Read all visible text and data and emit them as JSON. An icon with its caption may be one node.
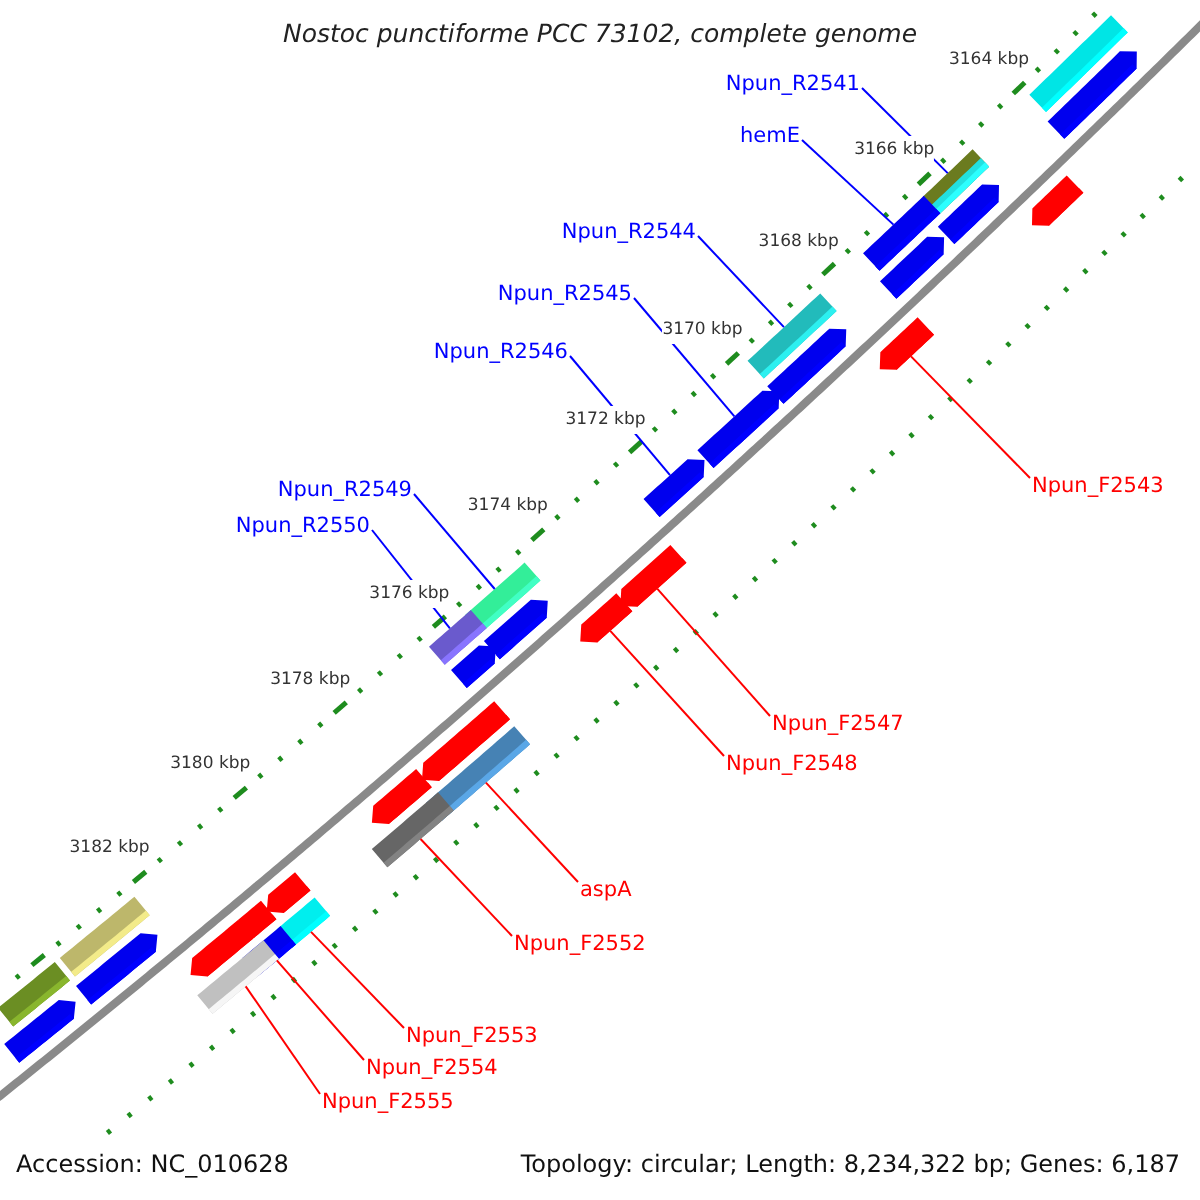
{
  "diagram": {
    "title": "Nostoc punctiforme PCC 73102, complete genome",
    "nodes": [
      {
        "text": [
          "Npun_R2541"
        ]
      },
      {
        "text": [],
        "shape": "bar"
      },
      {
        "text": [
          "hemE"
        ]
      },
      {
        "text": [],
        "shape": "bar"
      },
      {
        "text": [
          "Npun_R2544"
        ]
      },
      {
        "text": [],
        "shape": "bar"
      },
      {
        "text": [
          "Npun_R2545"
        ]
      },
      {
        "text": [],
        "shape": "arrow"
      },
      {
        "text": [
          "Npun_R2546"
        ]
      },
      {
        "text": [],
        "shape": "arrow"
      },
      {
        "text": [
          "Npun_F2543"
        ]
      },
      {
        "text": [],
        "shape": "arrow"
      },
      {
        "text": [
          "Npun_F2547"
        ]
      },
      {
        "text": [],
        "shape": "arrow"
      },
      {
        "text": [
          "Npun_F2548"
        ]
      },
      {
        "text": [],
        "shape": "arrow"
      },
      {
        "text": [
          "Npun_R2549"
        ]
      },
      {
        "text": [],
        "shape": "bar"
      },
      {
        "text": [
          "Npun_R2550"
        ]
      },
      {
        "text": [],
        "shape": "bar"
      },
      {
        "text": [
          "aspA"
        ]
      },
      {
        "text": [],
        "shape": "bar"
      },
      {
        "text": [
          "Npun_F2552"
        ]
      },
      {
        "text": [],
        "shape": "bar"
      },
      {
        "text": [
          "Npun_F2553"
        ]
      },
      {
        "text": [],
        "shape": "bar"
      },
      {
        "text": [
          "Npun_F2554"
        ]
      },
      {
        "text": [],
        "shape": "bar"
      },
      {
        "text": [
          "Npun_F2555"
        ]
      },
      {
        "text": [],
        "shape": "bar"
      },
      {
        "text": [],
        "shape": "bar"
      },
      {
        "text": [],
        "shape": "arrow"
      },
      {
        "text": [],
        "shape": "arrow"
      },
      {
        "text": [],
        "shape": "arrow"
      },
      {
        "text": [],
        "shape": "arrow"
      },
      {
        "text": [],
        "shape": "arrow"
      },
      {
        "text": [],
        "shape": "arrow"
      },
      {
        "text": [],
        "shape": "bar"
      },
      {
        "text": [],
        "shape": "arrow"
      },
      {
        "text": [],
        "shape": "bar"
      },
      {
        "text": [],
        "shape": "arrow"
      },
      {
        "text": [],
        "shape": "arrow"
      },
      {
        "text": [],
        "shape": "arrow"
      },
      {
        "text": [],
        "shape": "arrow"
      },
      {
        "text": [],
        "shape": "arrow"
      },
      {
        "text": [],
        "shape": "arrow"
      },
      {
        "text": [],
        "shape": "arrow"
      }
    ],
    "edges": [
      {
        "from": 0,
        "to": 1,
        "arrow": "none",
        "color": "#0000ff"
      },
      {
        "from": 2,
        "to": 3,
        "arrow": "none",
        "color": "#0000ff"
      },
      {
        "from": 4,
        "to": 5,
        "arrow": "none",
        "color": "#0000ff"
      },
      {
        "from": 6,
        "to": 7,
        "arrow": "none",
        "color": "#0000ff"
      },
      {
        "from": 8,
        "to": 9,
        "arrow": "none",
        "color": "#0000ff"
      },
      {
        "from": 10,
        "to": 11,
        "arrow": "none"
      },
      {
        "from": 12,
        "to": 13,
        "arrow": "none"
      },
      {
        "from": 14,
        "to": 15,
        "arrow": "none"
      },
      {
        "from": 16,
        "to": 17,
        "arrow": "none",
        "color": "#0000ff"
      },
      {
        "from": 18,
        "to": 19,
        "arrow": "none",
        "color": "#0000ff"
      },
      {
        "from": 20,
        "to": 21,
        "arrow": "none"
      },
      {
        "from": 22,
        "to": 23,
        "arrow": "none"
      },
      {
        "from": 24,
        "to": 25,
        "arrow": "none"
      },
      {
        "from": 26,
        "to": 27,
        "arrow": "none"
      },
      {
        "from": 28,
        "to": 29,
        "arrow": "none"
      }
    ],
    "labels": [
      "3164 kbp",
      "3166 kbp",
      "3168 kbp",
      "3170 kbp",
      "3172 kbp",
      "3174 kbp",
      "3176 kbp",
      "3178 kbp",
      "3180 kbp",
      "3182 kbp",
      "Accession: NC_010628",
      "Topology: circular; Length: 8,234,322 bp; Genes: 6,187"
    ]
  }
}
